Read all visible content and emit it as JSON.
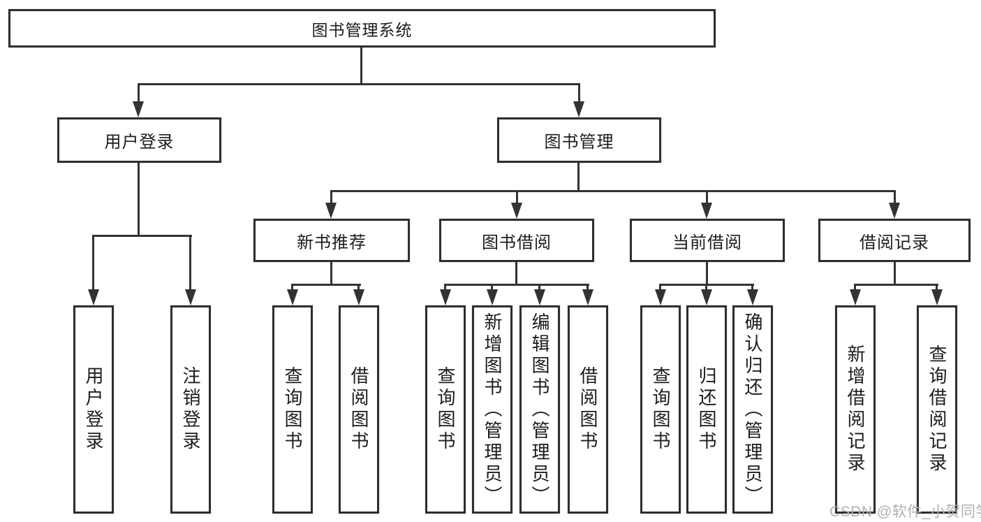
{
  "tree": {
    "label": "图书管理系统",
    "children": [
      {
        "label": "用户登录",
        "children": [
          {
            "label": "用户登录"
          },
          {
            "label": "注销登录"
          }
        ]
      },
      {
        "label": "图书管理",
        "children": [
          {
            "label": "新书推荐",
            "children": [
              {
                "label": "查询图书"
              },
              {
                "label": "借阅图书"
              }
            ]
          },
          {
            "label": "图书借阅",
            "children": [
              {
                "label": "查询图书"
              },
              {
                "label": "新增图书（管理员）"
              },
              {
                "label": "编辑图书（管理员）"
              },
              {
                "label": "借阅图书"
              }
            ]
          },
          {
            "label": "当前借阅",
            "children": [
              {
                "label": "查询图书"
              },
              {
                "label": "归还图书"
              },
              {
                "label": "确认归还（管理员）"
              }
            ]
          },
          {
            "label": "借阅记录",
            "children": [
              {
                "label": "新增借阅记录"
              },
              {
                "label": "查询借阅记录"
              }
            ]
          }
        ]
      }
    ]
  },
  "watermark": {
    "text": "CSDN @软件_小贺同学"
  },
  "colors": {
    "line": "#333333",
    "border": "#2e2e2e",
    "text": "#1c1c1c",
    "watermark": "#b0b0b0",
    "background": "#ffffff"
  }
}
